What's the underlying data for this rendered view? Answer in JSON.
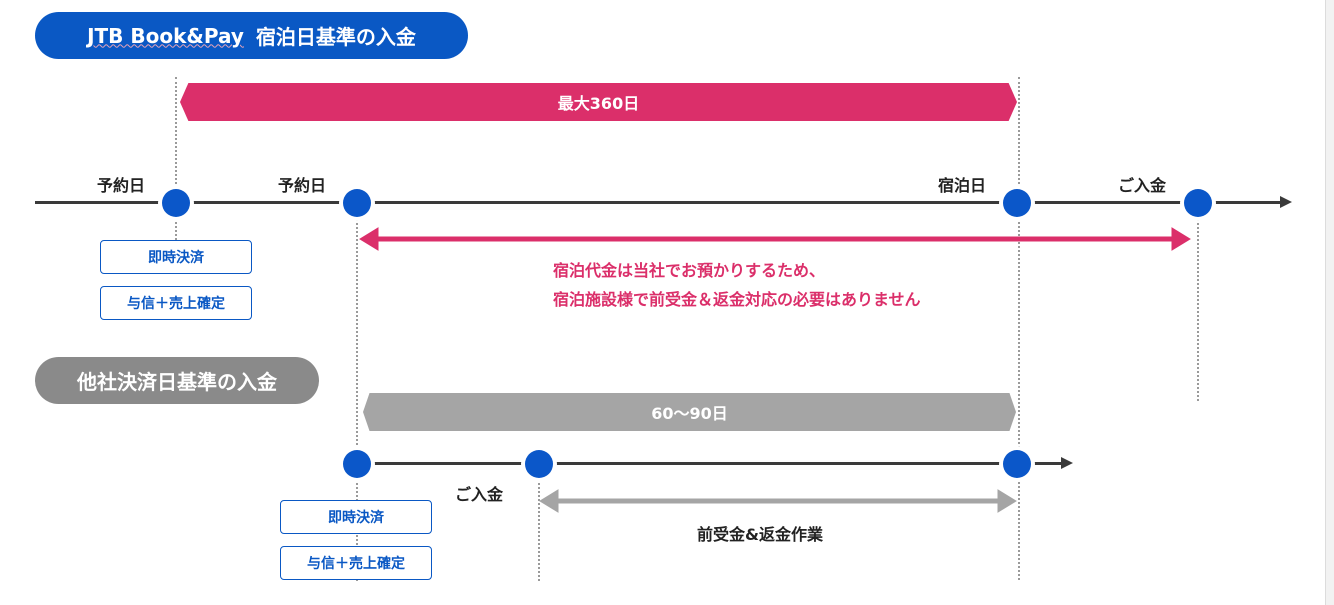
{
  "header_blue": {
    "brand": "JTB Book&Pay",
    "title": "宿泊日基準の入金"
  },
  "header_gray": {
    "title": "他社決済日基準の入金"
  },
  "top_section": {
    "range_banner": "最大360日",
    "timeline_labels": [
      "予約日",
      "予約日",
      "宿泊日",
      "ご入金"
    ],
    "payment_buttons": [
      "即時決済",
      "与信＋売上確定"
    ],
    "note_lines": [
      "宿泊代金は当社でお預かりするため、",
      "宿泊施設様で前受金＆返金対応の必要はありません"
    ]
  },
  "bottom_section": {
    "range_banner": "60〜90日",
    "deposit_label": "ご入金",
    "payment_buttons": [
      "即時決済",
      "与信＋売上確定"
    ],
    "work_label": "前受金&返金作業"
  },
  "colors": {
    "brand_blue": "#0a58c4",
    "accent_pink": "#db2f6a",
    "gray": "#8a8a8a",
    "banner_gray": "#a5a5a5"
  }
}
